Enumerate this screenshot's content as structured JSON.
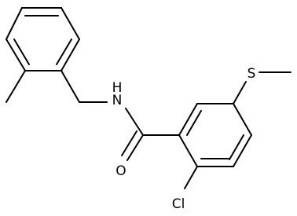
{
  "molecule": {
    "atom_labels": {
      "nitrogen_hydrogen": "N\nH",
      "nitrogen": "N",
      "hydrogen": "H",
      "oxygen": "O",
      "sulfur": "S",
      "chlorine": "Cl"
    }
  }
}
